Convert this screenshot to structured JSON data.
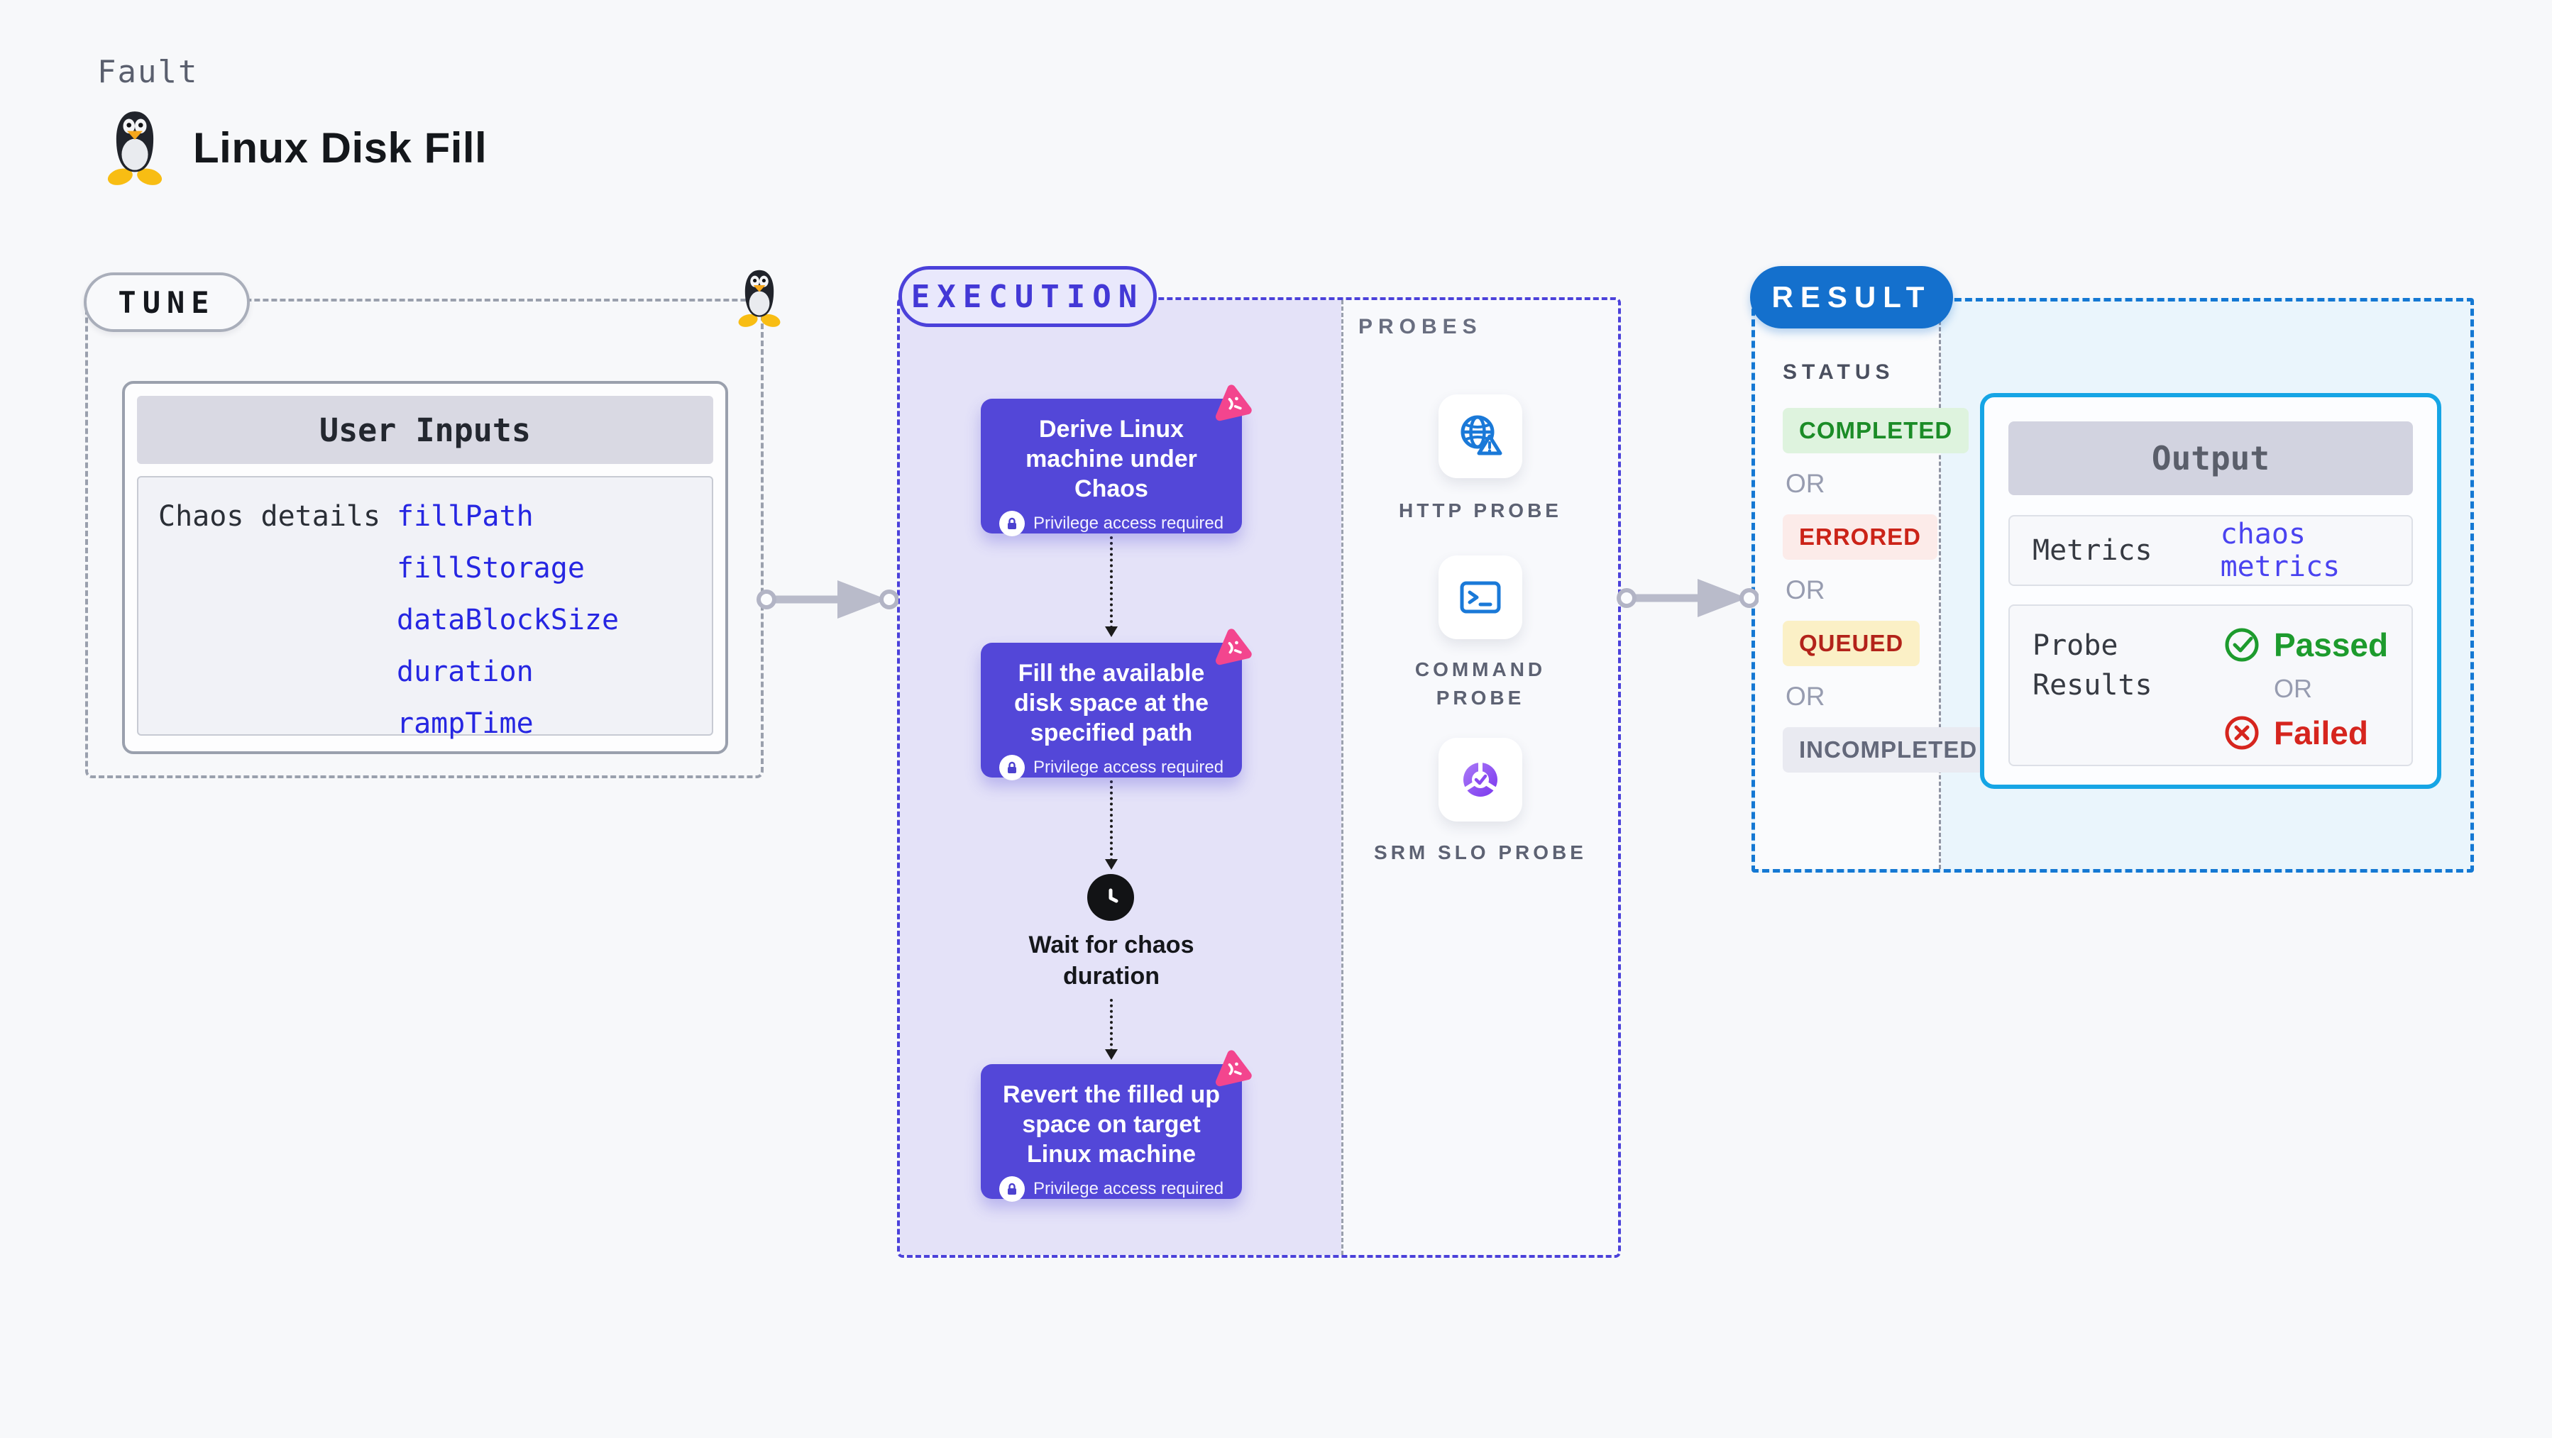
{
  "header": {
    "kicker": "Fault",
    "title": "Linux Disk Fill"
  },
  "tune": {
    "label": "TUNE",
    "card_header": "User Inputs",
    "row_label": "Chaos details",
    "inputs": [
      "fillPath",
      "fillStorage",
      "dataBlockSize",
      "duration",
      "rampTime"
    ]
  },
  "execution": {
    "label": "EXECUTION",
    "nodes": [
      "Derive Linux machine under Chaos",
      "Fill the available disk space at the specified path",
      "Revert the filled up space on target Linux machine"
    ],
    "privilege_label": "Privilege access required",
    "wait_label": "Wait for chaos duration"
  },
  "probes": {
    "label": "PROBES",
    "items": [
      {
        "label": "HTTP PROBE",
        "icon": "globe-alert-icon"
      },
      {
        "label": "COMMAND PROBE",
        "icon": "terminal-icon"
      },
      {
        "label": "SRM SLO PROBE",
        "icon": "slo-pie-check-icon"
      }
    ]
  },
  "result": {
    "label": "RESULT",
    "status_label": "STATUS",
    "or_label": "OR",
    "statuses": [
      {
        "text": "COMPLETED",
        "fg": "#1b8c27",
        "bg": "#def3de"
      },
      {
        "text": "ERRORED",
        "fg": "#cb2318",
        "bg": "#fcebe9"
      },
      {
        "text": "QUEUED",
        "fg": "#b3231a",
        "bg": "#fbf0c6"
      },
      {
        "text": "INCOMPLETED",
        "fg": "#63687a",
        "bg": "#e9eaf1"
      }
    ],
    "output": {
      "header": "Output",
      "metrics_label": "Metrics",
      "metrics_value": "chaos metrics",
      "probe_results_label": "Probe Results",
      "passed_label": "Passed",
      "or_label": "OR",
      "failed_label": "Failed"
    }
  },
  "colors": {
    "accent_indigo": "#4b41da",
    "node_purple": "#5347d8",
    "chaos_pink": "#f3458e",
    "result_blue": "#1470cd",
    "output_border_cyan": "#16a5e5",
    "passed_green": "#1d9b2d",
    "failed_red": "#d6251e",
    "link_blue": "#2626e2"
  }
}
